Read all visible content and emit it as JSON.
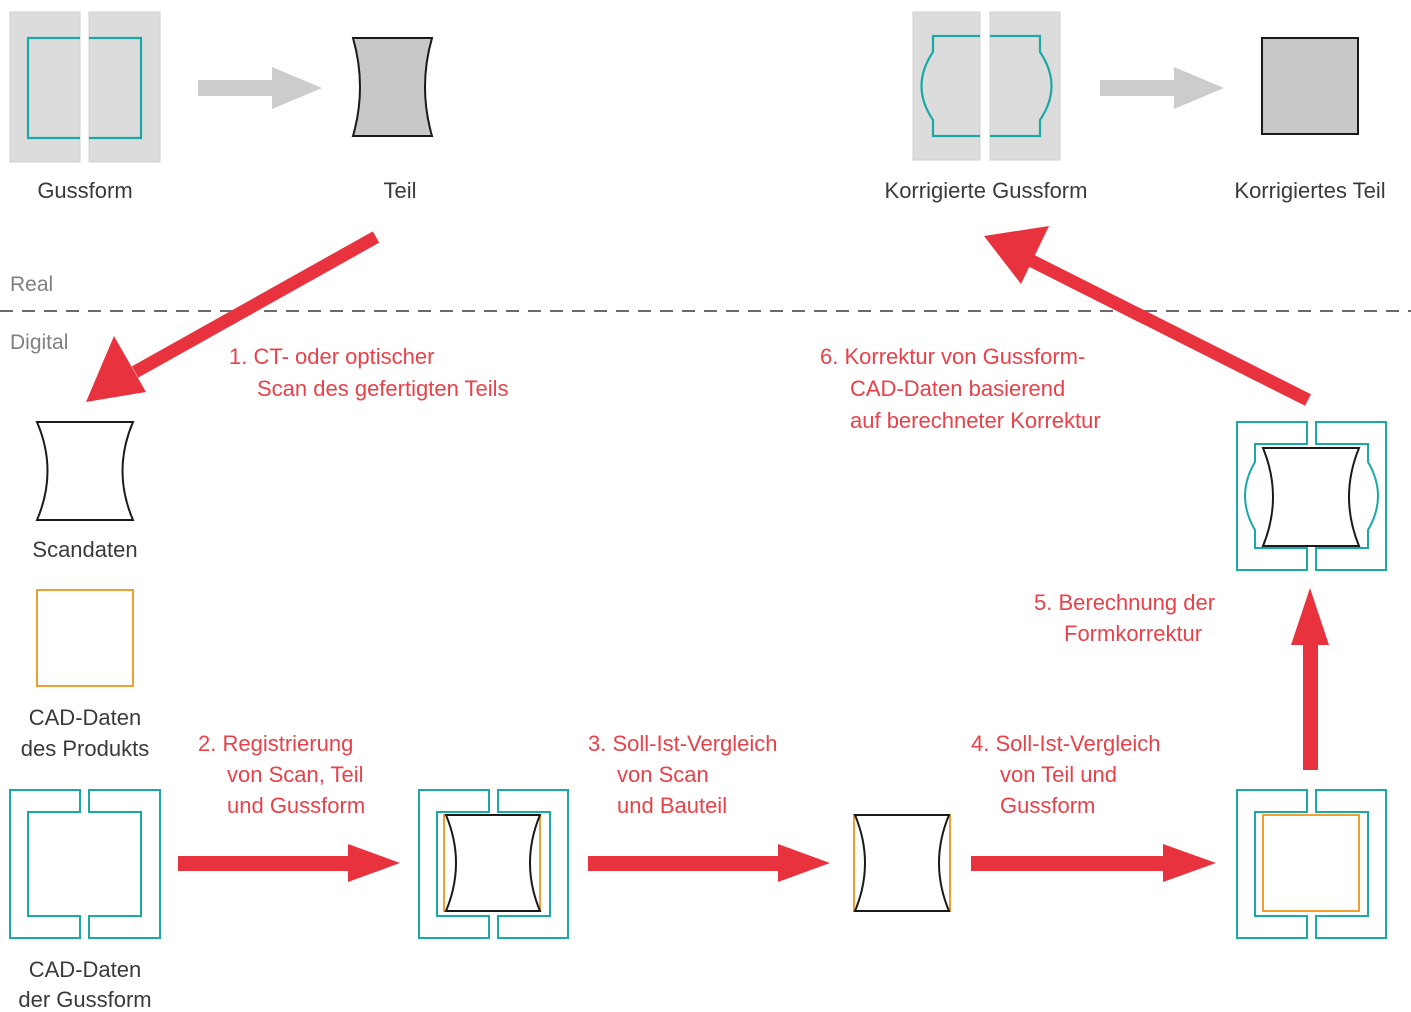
{
  "labels": {
    "gussform": "Gussform",
    "teil": "Teil",
    "korrigierte_gussform": "Korrigierte Gussform",
    "korrigiertes_teil": "Korrigiertes Teil",
    "scandaten": "Scandaten",
    "cad_produkt": [
      "CAD-Daten",
      "des Produkts"
    ],
    "cad_gussform": [
      "CAD-Daten",
      "der Gussform"
    ]
  },
  "zones": {
    "real": "Real",
    "digital": "Digital"
  },
  "steps": {
    "s1": [
      "1. CT- oder optischer",
      "Scan des gefertigten Teils"
    ],
    "s2": [
      "2. Registrierung",
      "von Scan, Teil",
      "und Gussform"
    ],
    "s3": [
      "3. Soll-Ist-Vergleich",
      "von Scan",
      "und Bauteil"
    ],
    "s4": [
      "4. Soll-Ist-Vergleich",
      "von Teil und",
      "Gussform"
    ],
    "s5": [
      "5. Berechnung der",
      "Formkorrektur"
    ],
    "s6": [
      "6. Korrektur von Gussform-",
      "CAD-Daten basierend",
      "auf berechneter Korrektur"
    ]
  },
  "colors": {
    "mold_fill": "#dcdcdc",
    "teal": "#1aa9a6",
    "orange": "#f0a030",
    "arrow_red": "#e8323d",
    "arrow_gray": "#cccccc",
    "part_fill": "#c8c8c8"
  }
}
